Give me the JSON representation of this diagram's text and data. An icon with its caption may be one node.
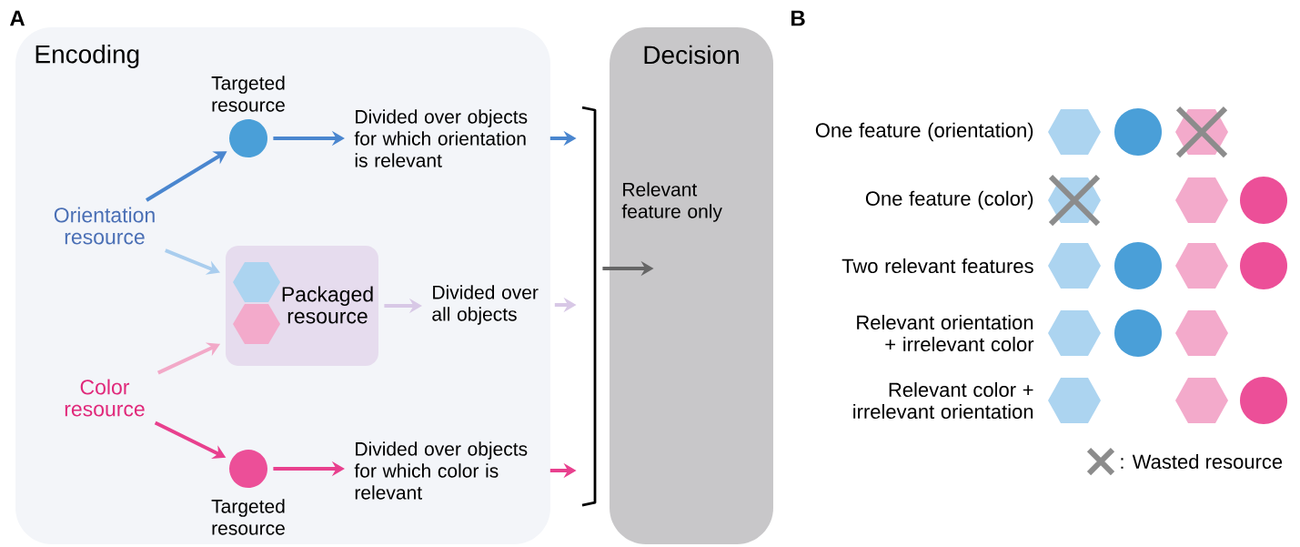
{
  "diagram": {
    "nodes": [
      {
        "text": [
          "Encoding"
        ]
      },
      {
        "text": [
          "Orientation resource"
        ],
        "in": 0
      },
      {
        "text": [
          "Color resource"
        ],
        "in": 0
      },
      {
        "text": [],
        "shape": "circle",
        "beside": [
          "Targeted resource"
        ],
        "in": 0
      },
      {
        "text": [
          "Packaged resource"
        ],
        "in": 0
      },
      {
        "text": [],
        "shape": "circle",
        "beside": [
          "Targeted resource"
        ],
        "in": 0
      },
      {
        "text": [
          "Divided over objects for which orientation is relevant"
        ],
        "in": 0
      },
      {
        "text": [
          "Divided over all objects"
        ],
        "in": 0
      },
      {
        "text": [
          "Divided over objects for which color is relevant"
        ],
        "in": 0
      },
      {
        "text": [],
        "shape": "bracket"
      },
      {
        "text": [
          "Decision"
        ]
      }
    ],
    "edges": [
      {
        "from": 1,
        "to": 3,
        "arrow": "to",
        "color": "#4a86cf"
      },
      {
        "from": 1,
        "to": 4,
        "arrow": "to",
        "color": "#a9cdee"
      },
      {
        "from": 2,
        "to": 4,
        "arrow": "to",
        "color": "#f2a9c8"
      },
      {
        "from": 2,
        "to": 5,
        "arrow": "to",
        "color": "#e8408e"
      },
      {
        "from": 3,
        "to": 6,
        "arrow": "to",
        "color": "#4a86cf"
      },
      {
        "from": 4,
        "to": 7,
        "arrow": "to",
        "color": "#d8c8e6"
      },
      {
        "from": 5,
        "to": 8,
        "arrow": "to",
        "color": "#e8408e"
      },
      {
        "from": 6,
        "to": 9,
        "arrow": "to",
        "color": "#4a86cf"
      },
      {
        "from": 7,
        "to": 9,
        "arrow": "to",
        "color": "#d8c8e6"
      },
      {
        "from": 8,
        "to": 9,
        "arrow": "to",
        "color": "#e8408e"
      },
      {
        "from": 9,
        "to": 10,
        "arrow": "to",
        "color": "#666666",
        "label": "Relevant feature only"
      }
    ],
    "labels": [
      "A",
      "B",
      "One feature (orientation)",
      "One feature (color)",
      "Two relevant features",
      "Relevant orientation + irrelevant color",
      "Relevant color + irrelevant orientation"
    ],
    "legend": [
      {
        "text": ": Wasted resource"
      }
    ]
  }
}
